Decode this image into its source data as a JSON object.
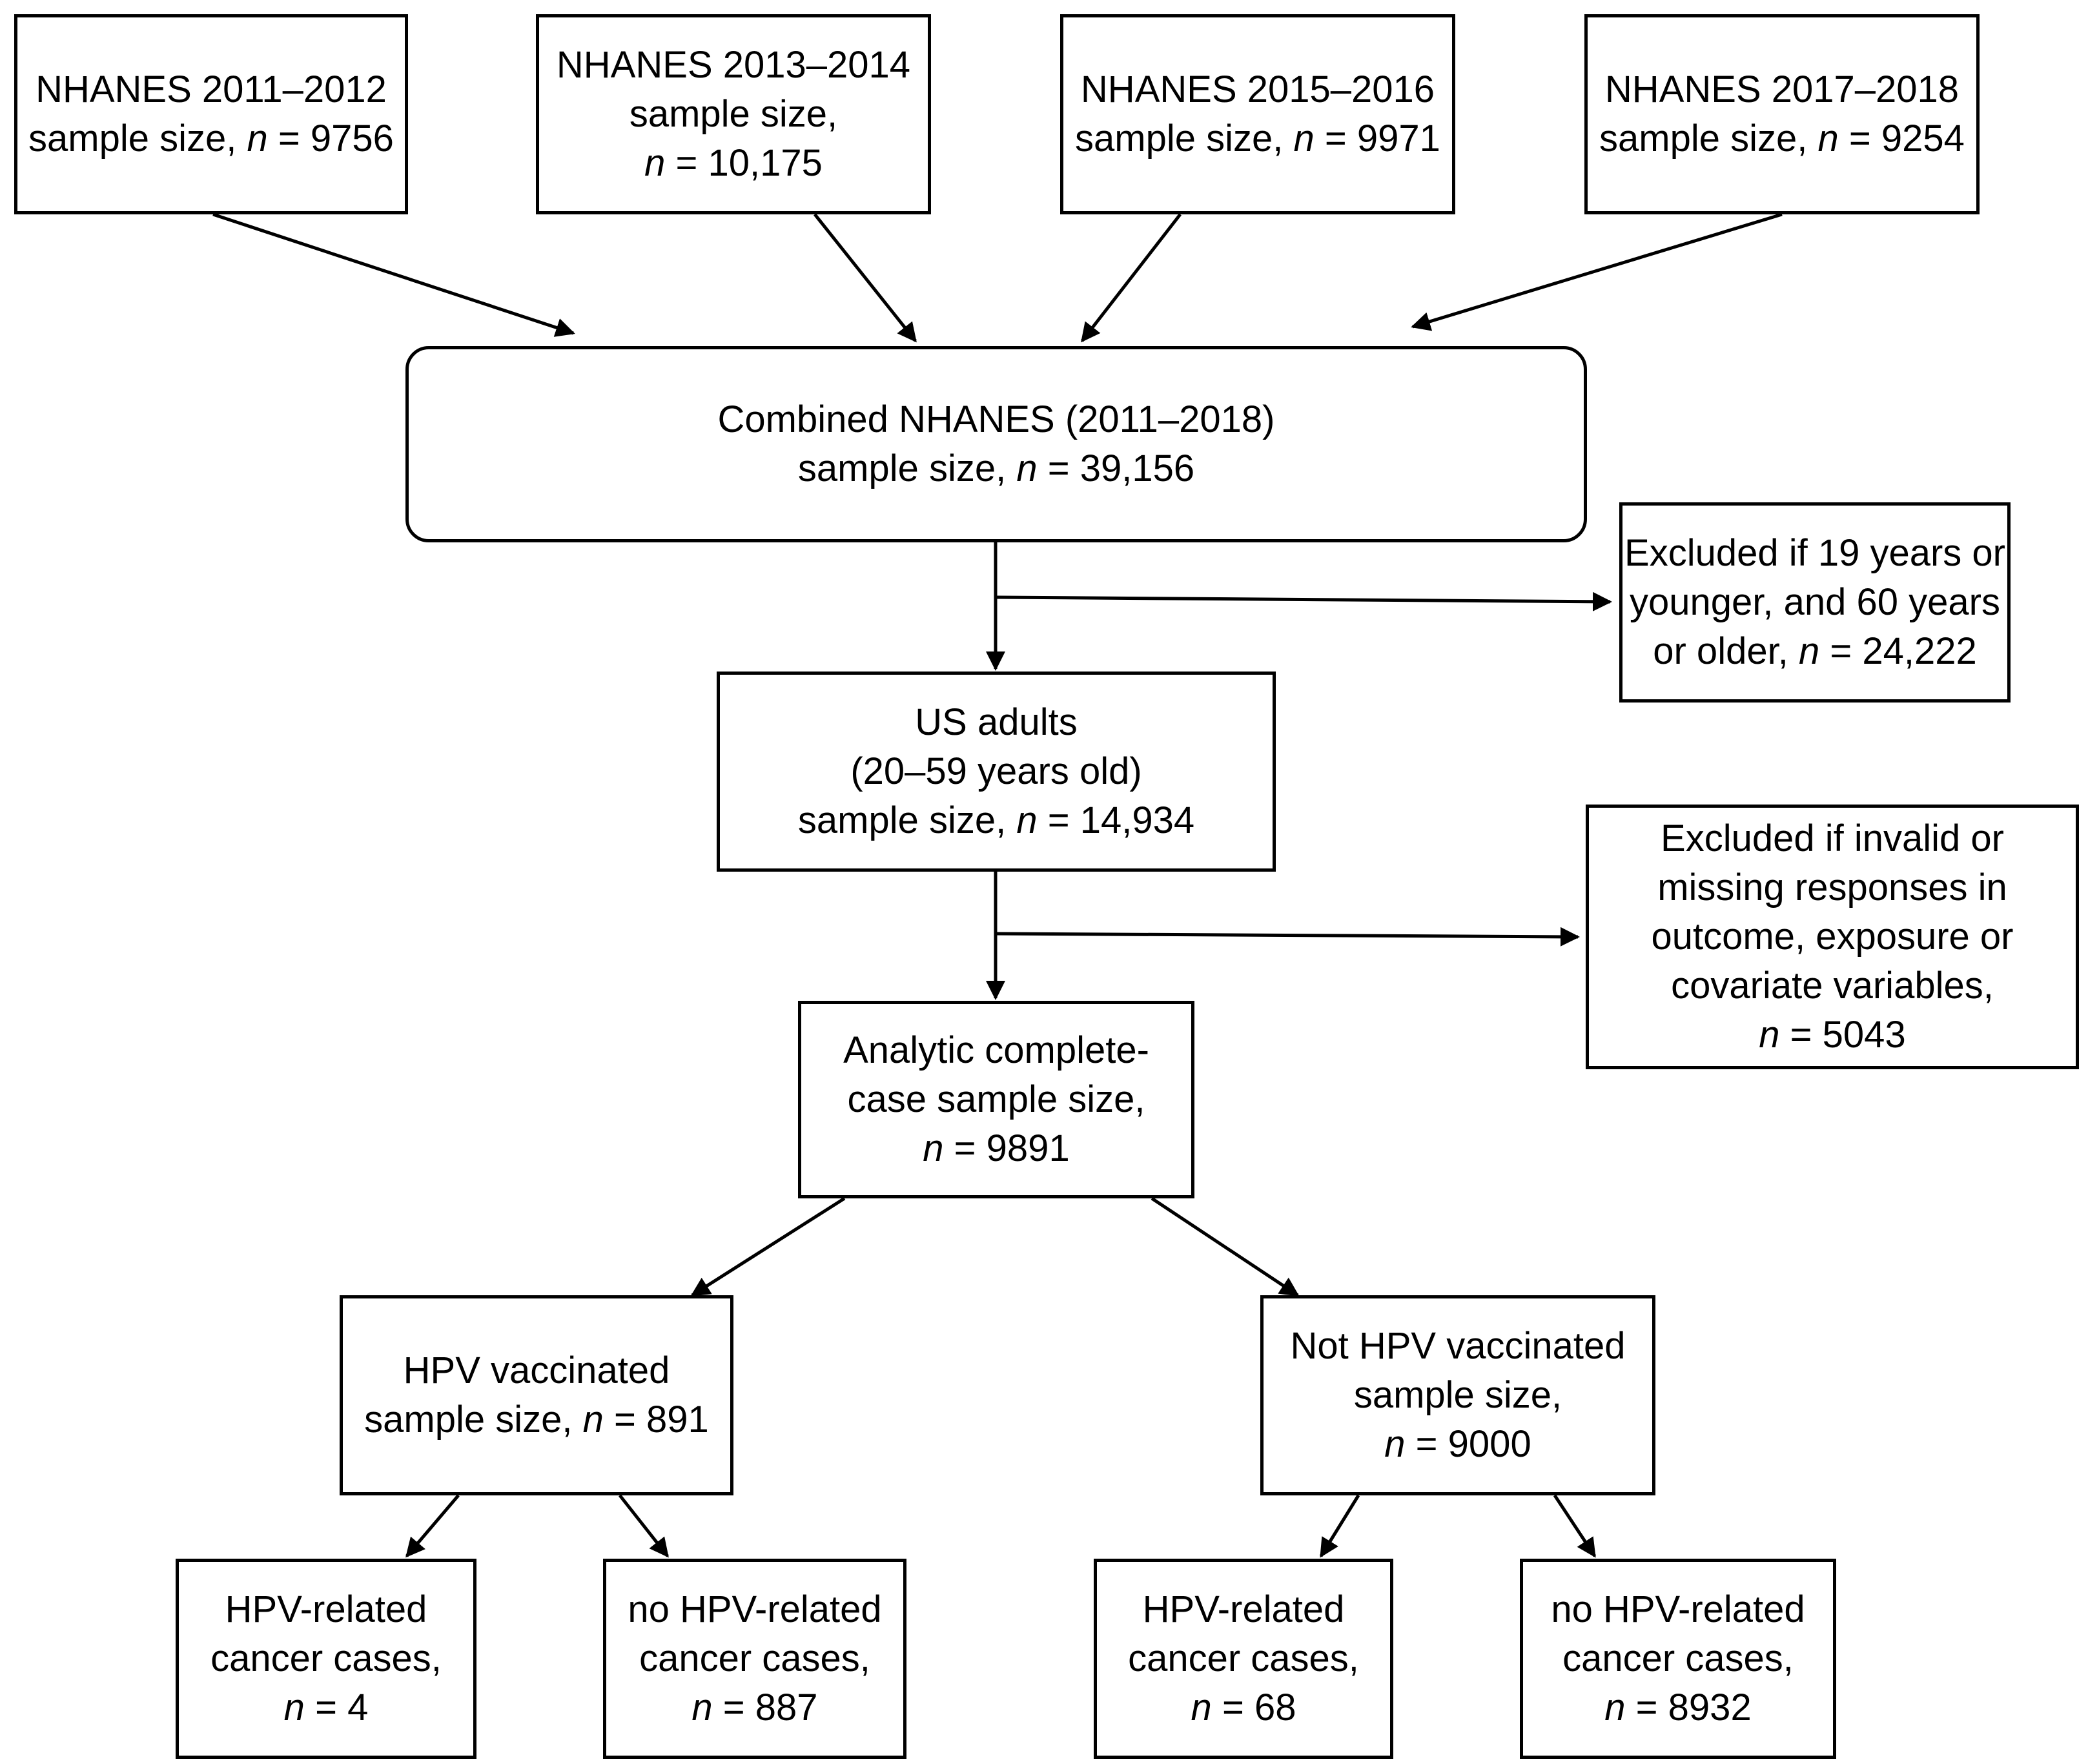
{
  "flowchart": {
    "sources": [
      {
        "title": "NHANES 2011–2012",
        "size_prefix": "sample size,",
        "n_value": "9756"
      },
      {
        "title": "NHANES 2013–2014",
        "size_prefix": "sample size,",
        "n_value": "10,175"
      },
      {
        "title": "NHANES 2015–2016",
        "size_prefix": "sample size,",
        "n_value": "9971"
      },
      {
        "title": "NHANES 2017–2018",
        "size_prefix": "sample size,",
        "n_value": "9254"
      }
    ],
    "combined": {
      "title": "Combined NHANES (2011–2018)",
      "size_prefix": "sample size,",
      "n_value": "39,156"
    },
    "exclusion_age": {
      "line1": "Excluded if 19 years or",
      "line2": "younger, and 60 years",
      "line3_prefix": "or older,",
      "n_value": "24,222"
    },
    "adults": {
      "line1": "US adults",
      "line2": "(20–59 years old)",
      "size_prefix": "sample size,",
      "n_value": "14,934"
    },
    "exclusion_missing": {
      "line1": "Excluded if invalid or",
      "line2": "missing responses in",
      "line3": "outcome, exposure or",
      "line4": "covariate variables,",
      "n_value": "5043"
    },
    "analytic": {
      "line1": "Analytic complete-",
      "line2": "case sample size,",
      "n_value": "9891"
    },
    "vaccinated": {
      "title": "HPV vaccinated",
      "size_prefix": "sample size,",
      "n_value": "891"
    },
    "not_vaccinated": {
      "title": "Not HPV vaccinated",
      "size_prefix": "sample size,",
      "n_value": "9000"
    },
    "outcomes": [
      {
        "line1": "HPV-related",
        "line2": "cancer cases,",
        "n_value": "4"
      },
      {
        "line1": "no HPV-related",
        "line2": "cancer cases,",
        "n_value": "887"
      },
      {
        "line1": "HPV-related",
        "line2": "cancer cases,",
        "n_value": "68"
      },
      {
        "line1": "no HPV-related",
        "line2": "cancer cases,",
        "n_value": "8932"
      }
    ],
    "n_symbol": "n",
    "equals": "="
  }
}
